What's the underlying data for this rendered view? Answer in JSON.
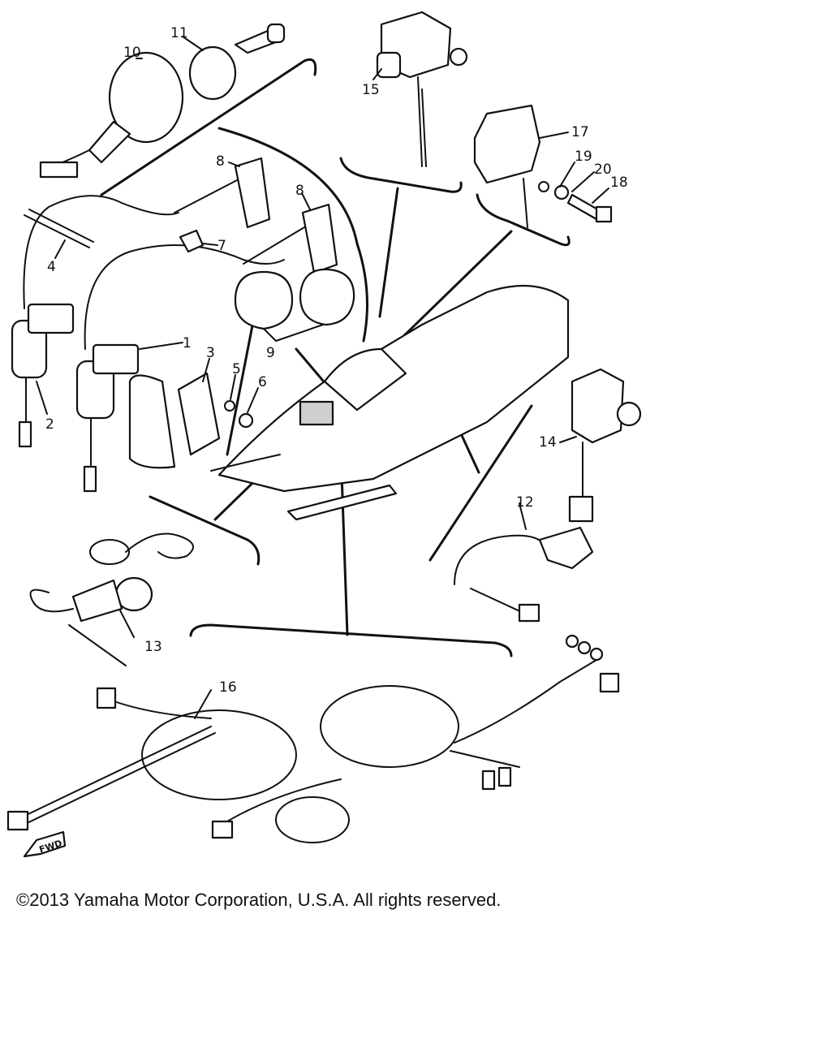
{
  "callouts": [
    "1",
    "2",
    "3",
    "4",
    "5",
    "6",
    "7",
    "8",
    "8",
    "9",
    "10",
    "11",
    "12",
    "13",
    "14",
    "15",
    "16",
    "17",
    "18",
    "19",
    "20"
  ],
  "direction_marker": "FWD",
  "copyright": "©2013 Yamaha Motor Corporation, U.S.A. All rights reserved."
}
